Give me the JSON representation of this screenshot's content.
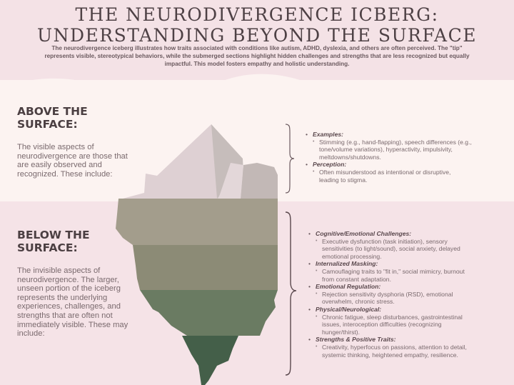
{
  "header": {
    "title_line1": "THE NEURODIVERGENCE ICBERG:",
    "title_line2": "UNDERSTANDING BEYOND THE SURFACE",
    "intro_line1": "The neurodivergence iceberg illustrates how traits associated with conditions like autism, ADHD, dyslexia, and others are often perceived. The \"tip\"",
    "intro_line2": "represents visible, stereotypical behaviors, while the submerged sections highlight hidden challenges and strengths that are less recognized but equally",
    "intro_line3": "impactful. This model fosters empathy and holistic understanding."
  },
  "above": {
    "heading_line1": "ABOVE THE",
    "heading_line2": "SURFACE:",
    "body_lines": [
      "The visible aspects of",
      "neurodivergence are those that",
      "are easily observed and",
      "recognized. These include:"
    ],
    "items": [
      {
        "label": "Examples:",
        "lines": [
          "Stimming (e.g., hand-flapping), speech differences (e.g.,",
          "tone/volume variations), hyperactivity, impulsivity,",
          "meltdowns/shutdowns."
        ]
      },
      {
        "label": "Perception:",
        "lines": [
          "Often misunderstood as intentional or disruptive,",
          "leading to stigma."
        ]
      }
    ]
  },
  "below": {
    "heading_line1": "BELOW THE",
    "heading_line2": "SURFACE:",
    "body_lines": [
      "The invisible aspects of",
      "neurodivergence. The larger,",
      "unseen portion of the iceberg",
      "represents the underlying",
      "experiences, challenges, and",
      "strengths that are often not",
      "immediately visible. These may",
      "include:"
    ],
    "items": [
      {
        "label": "Cognitive/Emotional Challenges:",
        "lines": [
          "Executive dysfunction (task initiation), sensory",
          "sensitivities (to light/sound), social anxiety, delayed",
          "emotional processing."
        ]
      },
      {
        "label": "Internalized Masking:",
        "lines": [
          "Camouflaging traits to \"fit in,\" social mimicry, burnout",
          "from constant adaptation."
        ]
      },
      {
        "label": "Emotional Regulation:",
        "lines": [
          "Rejection sensitivity dysphoria (RSD), emotional",
          "overwhelm, chronic stress."
        ]
      },
      {
        "label": "Physical/Neurological:",
        "lines": [
          "Chronic fatigue, sleep disturbances, gastrointestinal",
          "issues, interoception difficulties (recognizing",
          "hunger/thirst)."
        ]
      },
      {
        "label": "Strengths & Positive Traits:",
        "lines": [
          "Creativity, hyperfocus on passions, attention to detail,",
          "systemic thinking, heightened empathy, resilience."
        ]
      }
    ]
  },
  "colors": {
    "top_bg": "#f4e2e6",
    "above_bg": "#fcf3f1",
    "below_bg": "#f5e3e7",
    "tip_light": "#ded0d3",
    "tip_shadow": "#c2b8b6",
    "layer1": "#a39d8c",
    "layer2": "#8c8b76",
    "layer3": "#6a7b62",
    "layer4": "#445f49"
  }
}
